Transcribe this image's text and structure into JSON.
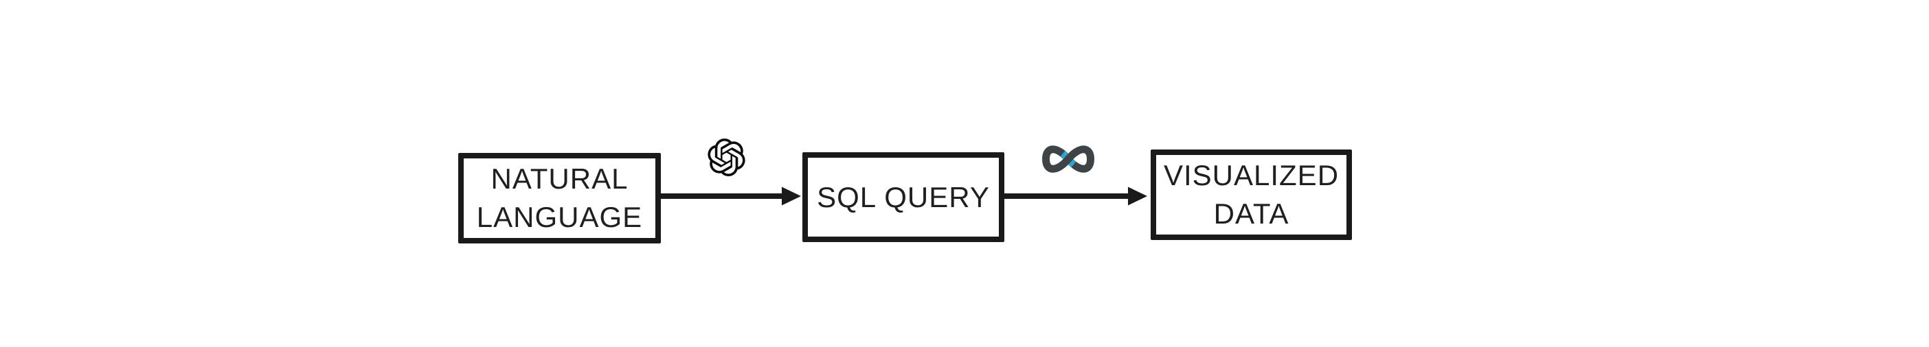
{
  "diagram": {
    "type": "flowchart",
    "direction": "left-to-right",
    "nodes": [
      {
        "id": "natural-language",
        "label": "NATURAL LANGUAGE",
        "lines": [
          "NATURAL",
          "LANGUAGE"
        ]
      },
      {
        "id": "sql-query",
        "label": "SQL QUERY",
        "lines": [
          "SQL QUERY"
        ]
      },
      {
        "id": "visualized-data",
        "label": "VISUALIZED DATA",
        "lines": [
          "VISUALIZED",
          "DATA"
        ]
      }
    ],
    "connectors": [
      {
        "from": "NATURAL LANGUAGE",
        "to": "SQL QUERY",
        "icon": "openai-logo-icon",
        "icon_meaning": "OpenAI (LLM translates natural language to SQL)"
      },
      {
        "from": "SQL QUERY",
        "to": "VISUALIZED DATA",
        "icon": "infinity-loop-logo-icon",
        "icon_meaning": "data visualization tool (infinity loop logo)"
      }
    ],
    "colors": {
      "background": "#ffffff",
      "node_border": "#1a1a1a",
      "node_text": "#1f1f1f",
      "arrow": "#1a1a1a",
      "openai_logo": "#0d0d0d",
      "infinity_logo_dark": "#3e4347",
      "infinity_logo_cyan": "#2fa5cb"
    }
  }
}
